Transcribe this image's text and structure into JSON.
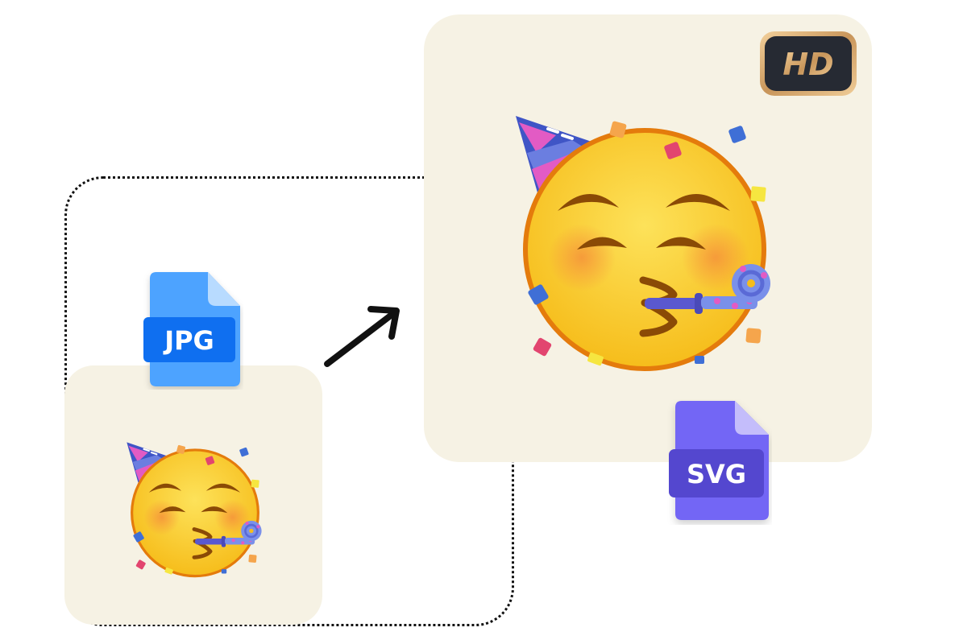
{
  "scene": {
    "description": "JPG to SVG HD upscaling illustration",
    "source_file": {
      "format_label": "JPG",
      "color": "#4da3ff",
      "label_bg": "#0f6ff0",
      "fold_color": "#b8dbff"
    },
    "target_file": {
      "format_label": "SVG",
      "color": "#7366f5",
      "label_bg": "#5447cf",
      "fold_color": "#c4bdfb"
    },
    "quality_badge": {
      "label": "HD",
      "bg": "#262a33",
      "border": "#d9aa6e"
    },
    "card_bg": "#f6f2e4",
    "emoji_name": "partying-face"
  }
}
